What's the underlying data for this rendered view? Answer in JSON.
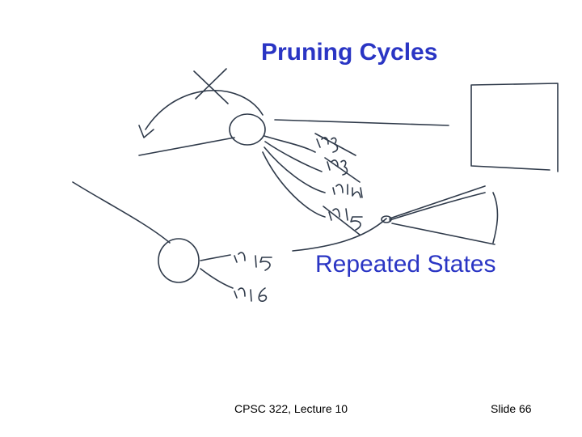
{
  "slide": {
    "title": "Pruning Cycles",
    "subtitle": "Repeated States",
    "footer_left": "CPSC 322, Lecture 10",
    "footer_right": "Slide 66"
  },
  "annotations": {
    "labels": [
      "n13",
      "n13",
      "n14",
      "n15",
      "n15",
      "n16"
    ]
  }
}
